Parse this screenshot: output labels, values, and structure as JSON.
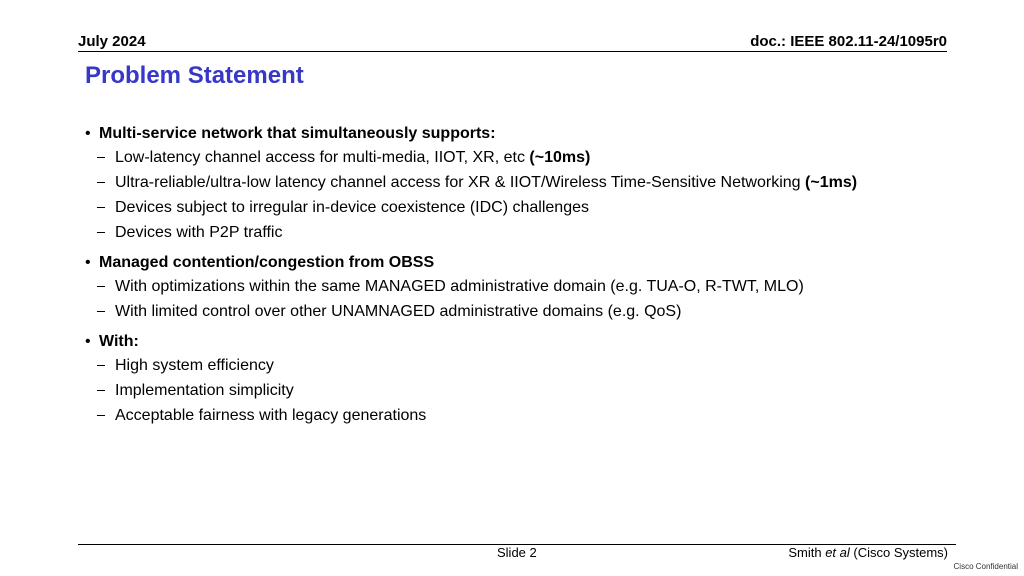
{
  "header": {
    "date": "July 2024",
    "doc": "doc.: IEEE 802.11-24/1095r0"
  },
  "title": "Problem Statement",
  "sections": [
    {
      "heading": "Multi-service network that simultaneously supports:",
      "items": [
        {
          "text": "Low-latency channel access for multi-media, IIOT, XR, etc ",
          "em_prefix": "(~",
          "em": "10ms",
          "em_suffix": ")"
        },
        {
          "text": "Ultra-reliable/ultra-low latency channel access for XR & IIOT/Wireless Time-Sensitive Networking ",
          "em_prefix": "(~",
          "em": "1ms",
          "em_suffix": ")"
        },
        {
          "text": "Devices subject to irregular in-device coexistence (IDC) challenges"
        },
        {
          "text": "Devices with P2P traffic"
        }
      ]
    },
    {
      "heading": "Managed contention/congestion from OBSS",
      "items": [
        {
          "text": "With optimizations within the same MANAGED administrative domain (e.g. TUA-O, R-TWT, MLO)"
        },
        {
          "text": "With limited control over other UNAMNAGED administrative domains (e.g. QoS)"
        }
      ]
    },
    {
      "heading": "With:",
      "items": [
        {
          "text": "High system efficiency"
        },
        {
          "text": "Implementation simplicity"
        },
        {
          "text": "Acceptable fairness with legacy generations"
        }
      ]
    }
  ],
  "footer": {
    "slide": "Slide 2",
    "author_name": "Smith ",
    "author_etal": "et al",
    "author_org": " (Cisco Systems)",
    "confidential": "Cisco Confidential"
  },
  "colors": {
    "title": "#3737c8"
  }
}
